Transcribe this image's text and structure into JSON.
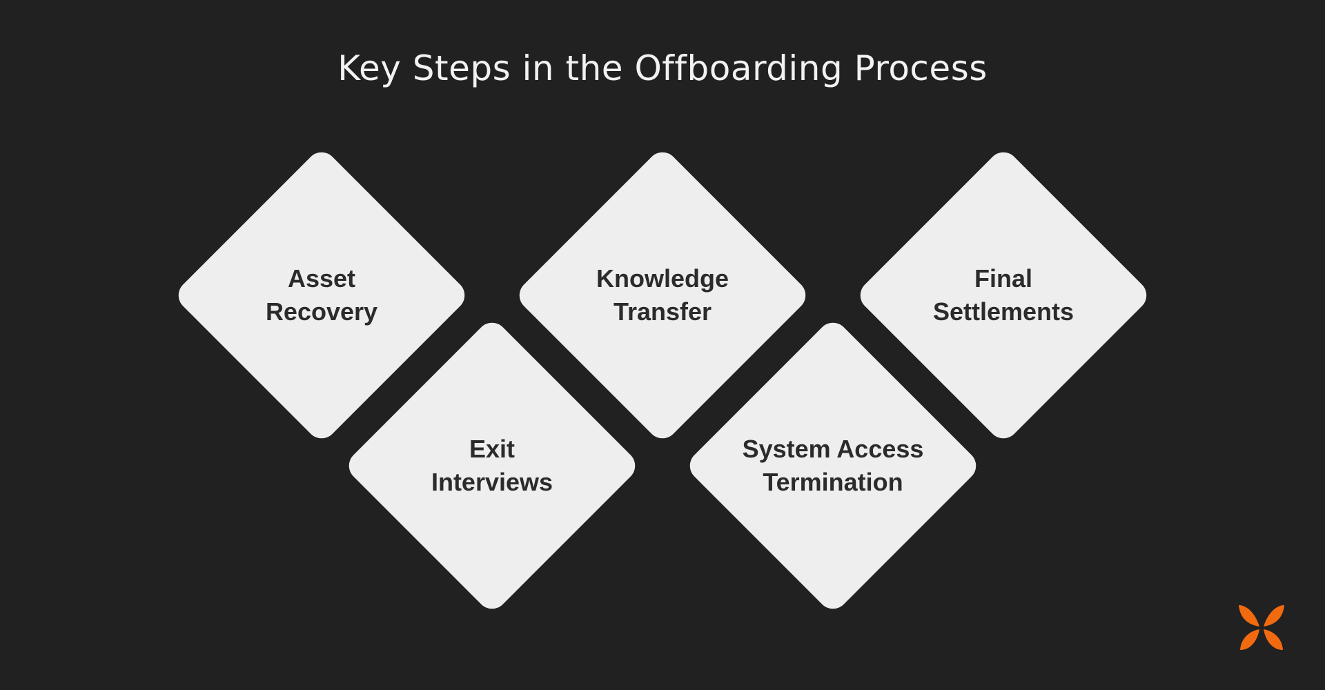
{
  "title": "Key Steps in the Offboarding Process",
  "steps": [
    {
      "label": "Asset\nRecovery"
    },
    {
      "label": "Exit\nInterviews"
    },
    {
      "label": "Knowledge\nTransfer"
    },
    {
      "label": "System Access\nTermination"
    },
    {
      "label": "Final\nSettlements"
    }
  ],
  "colors": {
    "background": "#212121",
    "diamond": "#eeeeee",
    "step_text": "#2b2b2b",
    "title_text": "#f2f2f2",
    "logo_accent": "#f26a10"
  },
  "logo": {
    "icon": "butterfly-logo-icon"
  }
}
